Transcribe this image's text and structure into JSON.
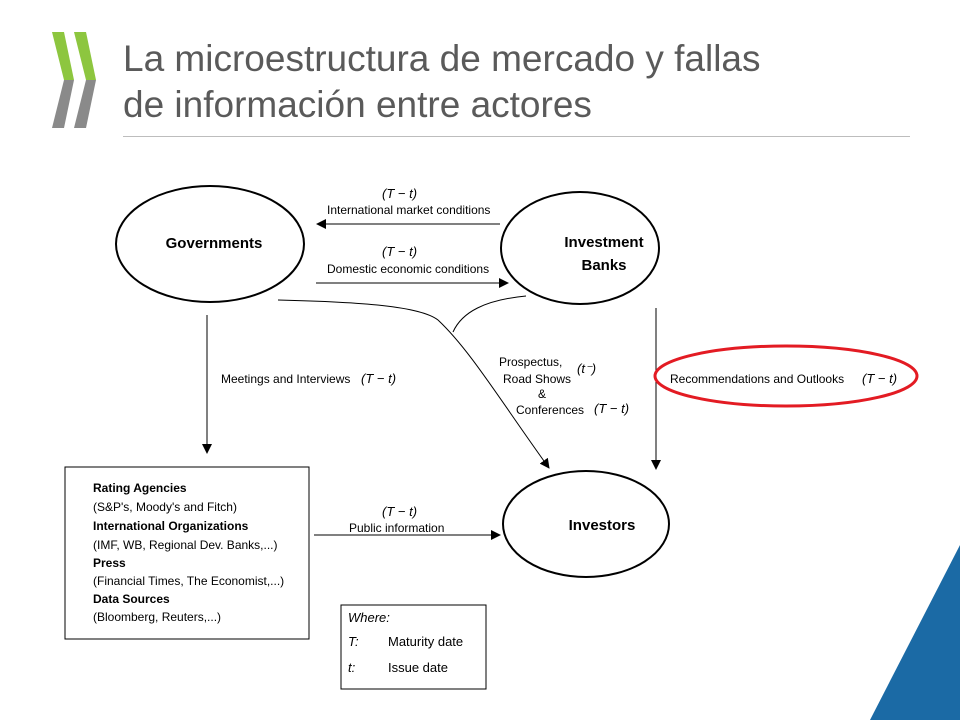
{
  "slide": {
    "title_line1": "La microestructura de mercado y fallas",
    "title_line2": "de información entre actores",
    "colors": {
      "logo_green": "#8dc63f",
      "logo_gray": "#8a8a8a",
      "title": "#5a5a5a",
      "corner_blue": "#1b6aa5",
      "highlight_red": "#e31b23"
    }
  },
  "nodes": {
    "governments": "Governments",
    "investment_banks_line1": "Investment",
    "investment_banks_line2": "Banks",
    "investors": "Investors"
  },
  "edges": {
    "international": "International market conditions",
    "domestic": "Domestic economic conditions",
    "meetings": "Meetings and Interviews",
    "prospectus": "Prospectus,",
    "road_shows": "Road Shows",
    "and": "&",
    "conferences": "Conferences",
    "recommendations": "Recommendations and Outlooks",
    "public_info": "Public information"
  },
  "math": {
    "t_minus_t": "(T − t)",
    "t_minus": "(t⁻)"
  },
  "sources": {
    "rating_title": "Rating Agencies",
    "rating_detail": "(S&P's, Moody's and Fitch)",
    "intl_title": "International Organizations",
    "intl_detail": "(IMF, WB, Regional Dev. Banks,...)",
    "press_title": "Press",
    "press_detail": "(Financial Times, The Economist,...)",
    "data_title": "Data Sources",
    "data_detail": "(Bloomberg, Reuters,...)"
  },
  "legend": {
    "where": "Where:",
    "T_symbol": "T:",
    "T_def": "Maturity date",
    "t_symbol": "t:",
    "t_def": "Issue date"
  }
}
